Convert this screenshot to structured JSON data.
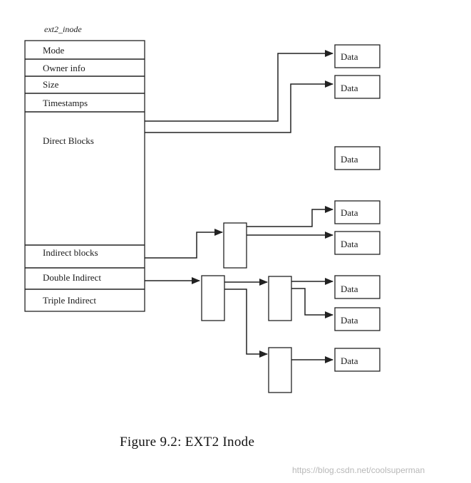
{
  "inode": {
    "title": "ext2_inode",
    "fields": [
      "Mode",
      "Owner info",
      "Size",
      "Timestamps",
      "Direct Blocks",
      "Indirect blocks",
      "Double Indirect",
      "Triple Indirect"
    ]
  },
  "data_block_label": "Data",
  "caption": "Figure 9.2: EXT2 Inode",
  "watermark": "https://blog.csdn.net/coolsuperman",
  "colors": {
    "line": "#222222",
    "background": "#ffffff",
    "watermark": "#b8b8b8"
  }
}
